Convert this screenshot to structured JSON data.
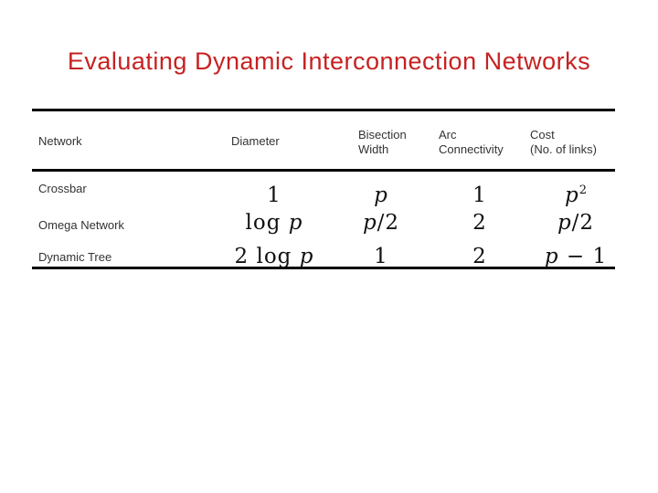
{
  "slide": {
    "title": "Evaluating Dynamic Interconnection Networks"
  },
  "colors": {
    "title_red": "#c62222",
    "rule_black": "#000000",
    "background": "#ffffff"
  },
  "table": {
    "columns": [
      {
        "label": "Network"
      },
      {
        "label": "Diameter"
      },
      {
        "label": "Bisection\nWidth"
      },
      {
        "label": "Arc\nConnectivity"
      },
      {
        "label": "Cost\n(No. of links)"
      }
    ],
    "rows": [
      {
        "network": "Crossbar",
        "diameter": "1",
        "bisection_width": "p",
        "arc_connectivity": "1",
        "cost": "p^2"
      },
      {
        "network": "Omega Network",
        "diameter": "log p",
        "bisection_width": "p/2",
        "arc_connectivity": "2",
        "cost": "p/2"
      },
      {
        "network": "Dynamic Tree",
        "diameter": "2 log p",
        "bisection_width": "1",
        "arc_connectivity": "2",
        "cost": "p − 1"
      }
    ]
  }
}
